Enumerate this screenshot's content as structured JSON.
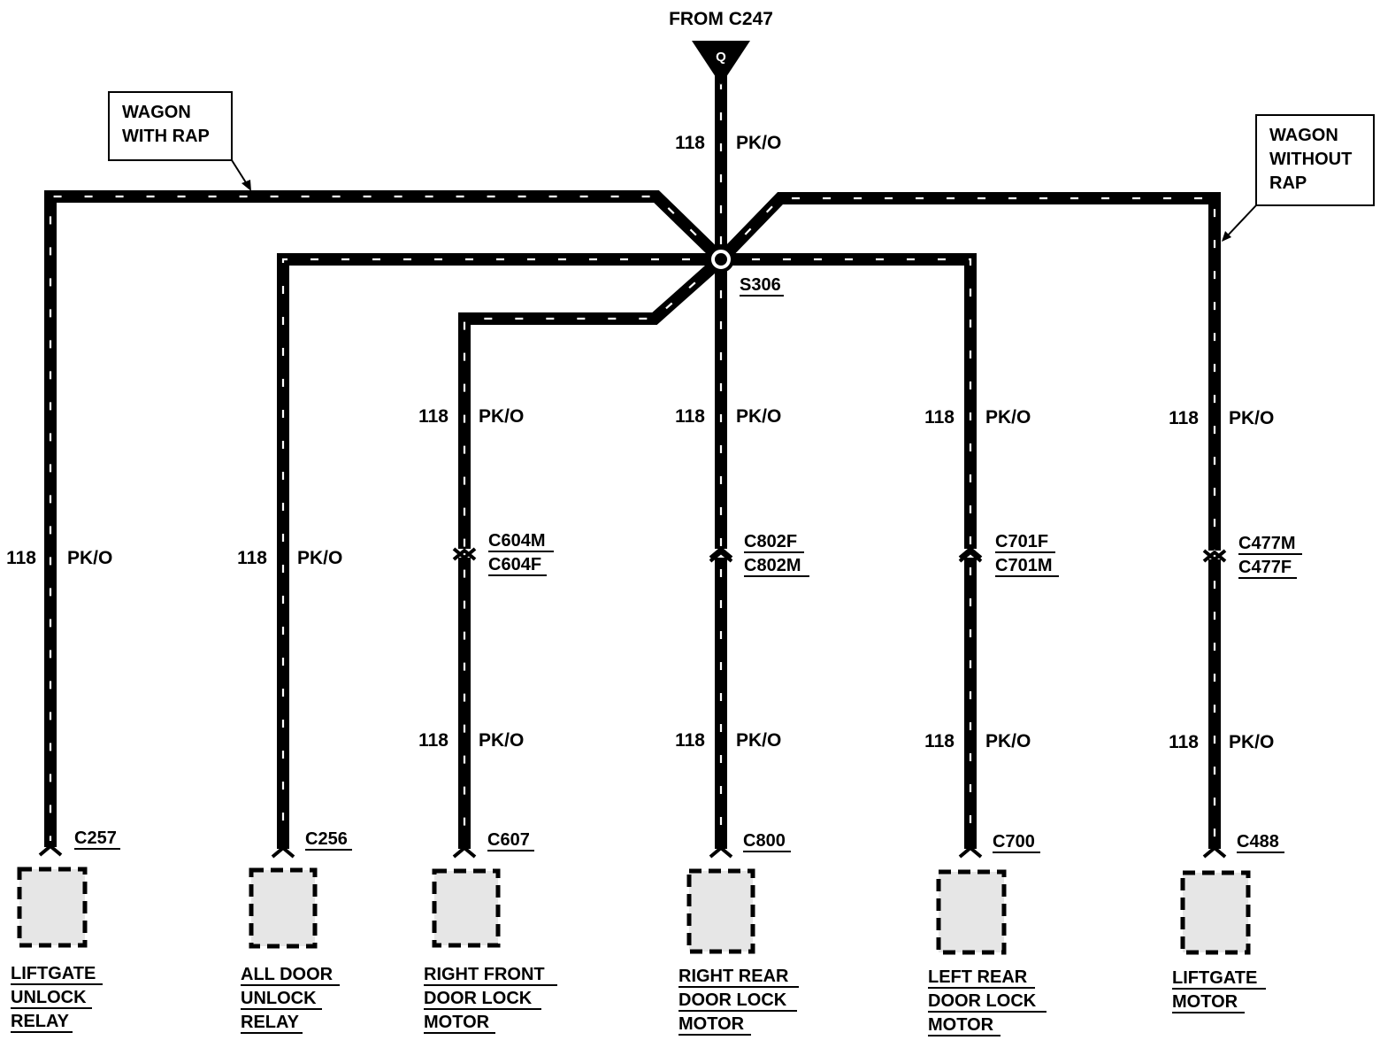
{
  "source": {
    "label": "FROM C247",
    "connector_letter": "Q"
  },
  "splice": {
    "id": "S306"
  },
  "wire": {
    "circuit": "118",
    "color": "PK/O"
  },
  "notes": {
    "with_rap": [
      "WAGON",
      "WITH RAP"
    ],
    "without_rap": [
      "WAGON",
      "WITHOUT",
      "RAP"
    ]
  },
  "branches": [
    {
      "id": "liftgate-unlock-relay",
      "circuit": "118",
      "color": "PK/O",
      "end_connector": "C257",
      "component": [
        "LIFTGATE",
        "UNLOCK",
        "RELAY"
      ]
    },
    {
      "id": "all-door-unlock-relay",
      "circuit": "118",
      "color": "PK/O",
      "end_connector": "C256",
      "component": [
        "ALL DOOR",
        "UNLOCK",
        "RELAY"
      ]
    },
    {
      "id": "right-front-door-lock-motor",
      "circuit": "118",
      "color": "PK/O",
      "inline_connector": [
        "C604M",
        "C604F"
      ],
      "end_connector": "C607",
      "component": [
        "RIGHT FRONT",
        "DOOR LOCK",
        "MOTOR"
      ]
    },
    {
      "id": "right-rear-door-lock-motor",
      "circuit": "118",
      "color": "PK/O",
      "inline_connector": [
        "C802F",
        "C802M"
      ],
      "end_connector": "C800",
      "component": [
        "RIGHT REAR",
        "DOOR LOCK",
        "MOTOR"
      ]
    },
    {
      "id": "left-rear-door-lock-motor",
      "circuit": "118",
      "color": "PK/O",
      "inline_connector": [
        "C701F",
        "C701M"
      ],
      "end_connector": "C700",
      "component": [
        "LEFT REAR",
        "DOOR LOCK",
        "MOTOR"
      ]
    },
    {
      "id": "liftgate-motor",
      "circuit": "118",
      "color": "PK/O",
      "inline_connector": [
        "C477M",
        "C477F"
      ],
      "end_connector": "C488",
      "component": [
        "LIFTGATE",
        "MOTOR"
      ]
    }
  ]
}
